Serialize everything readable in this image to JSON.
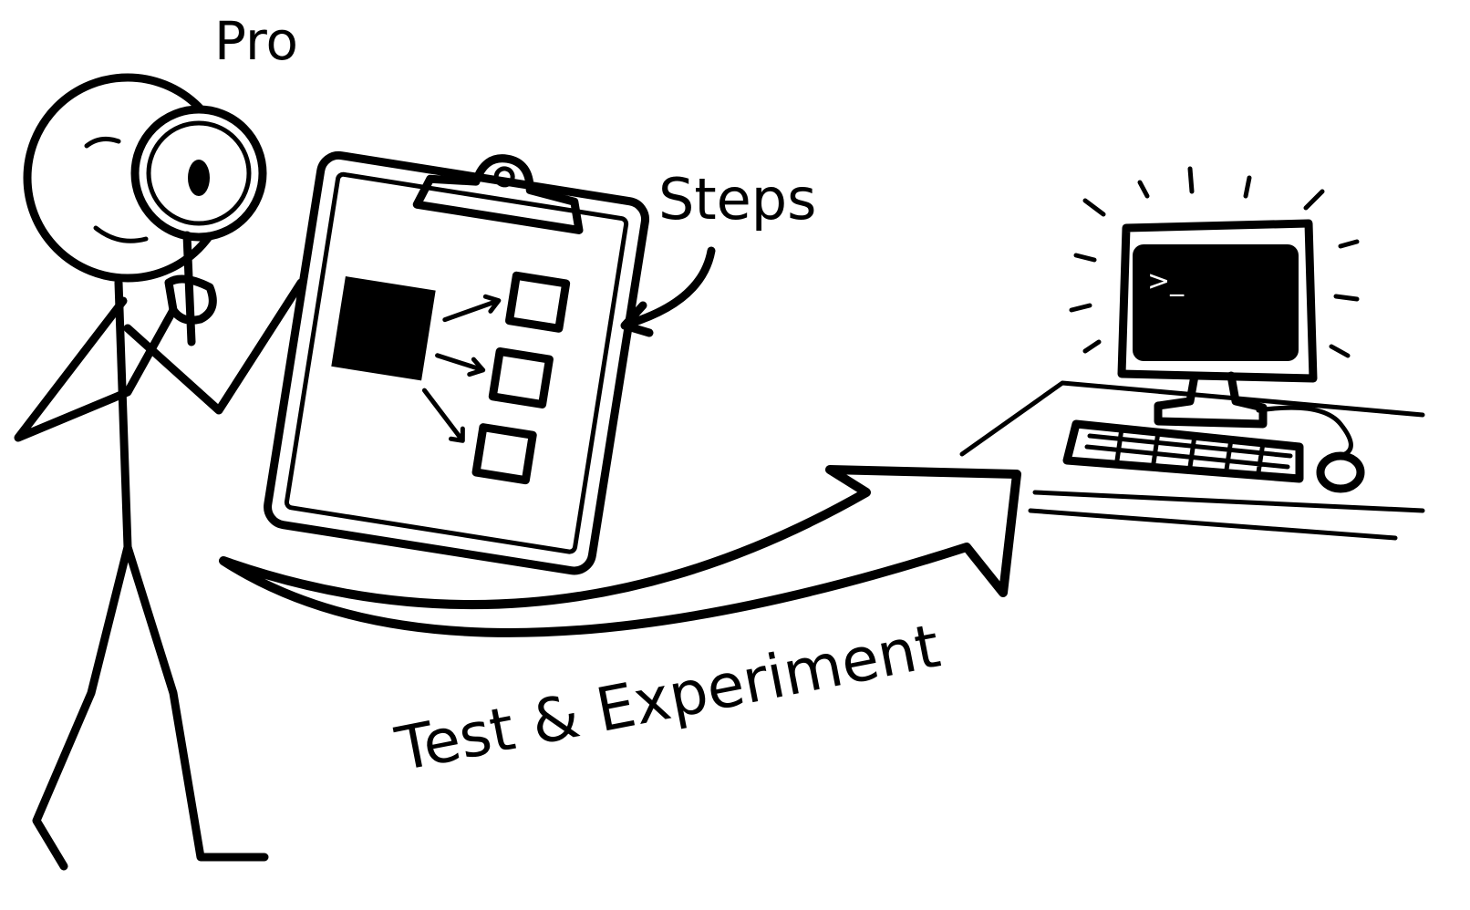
{
  "labels": {
    "person": "Pro",
    "clipboard": "Steps",
    "arrow": "Test & Experiment",
    "terminal_prompt": ">_"
  },
  "colors": {
    "ink": "#000000",
    "background": "#ffffff"
  }
}
